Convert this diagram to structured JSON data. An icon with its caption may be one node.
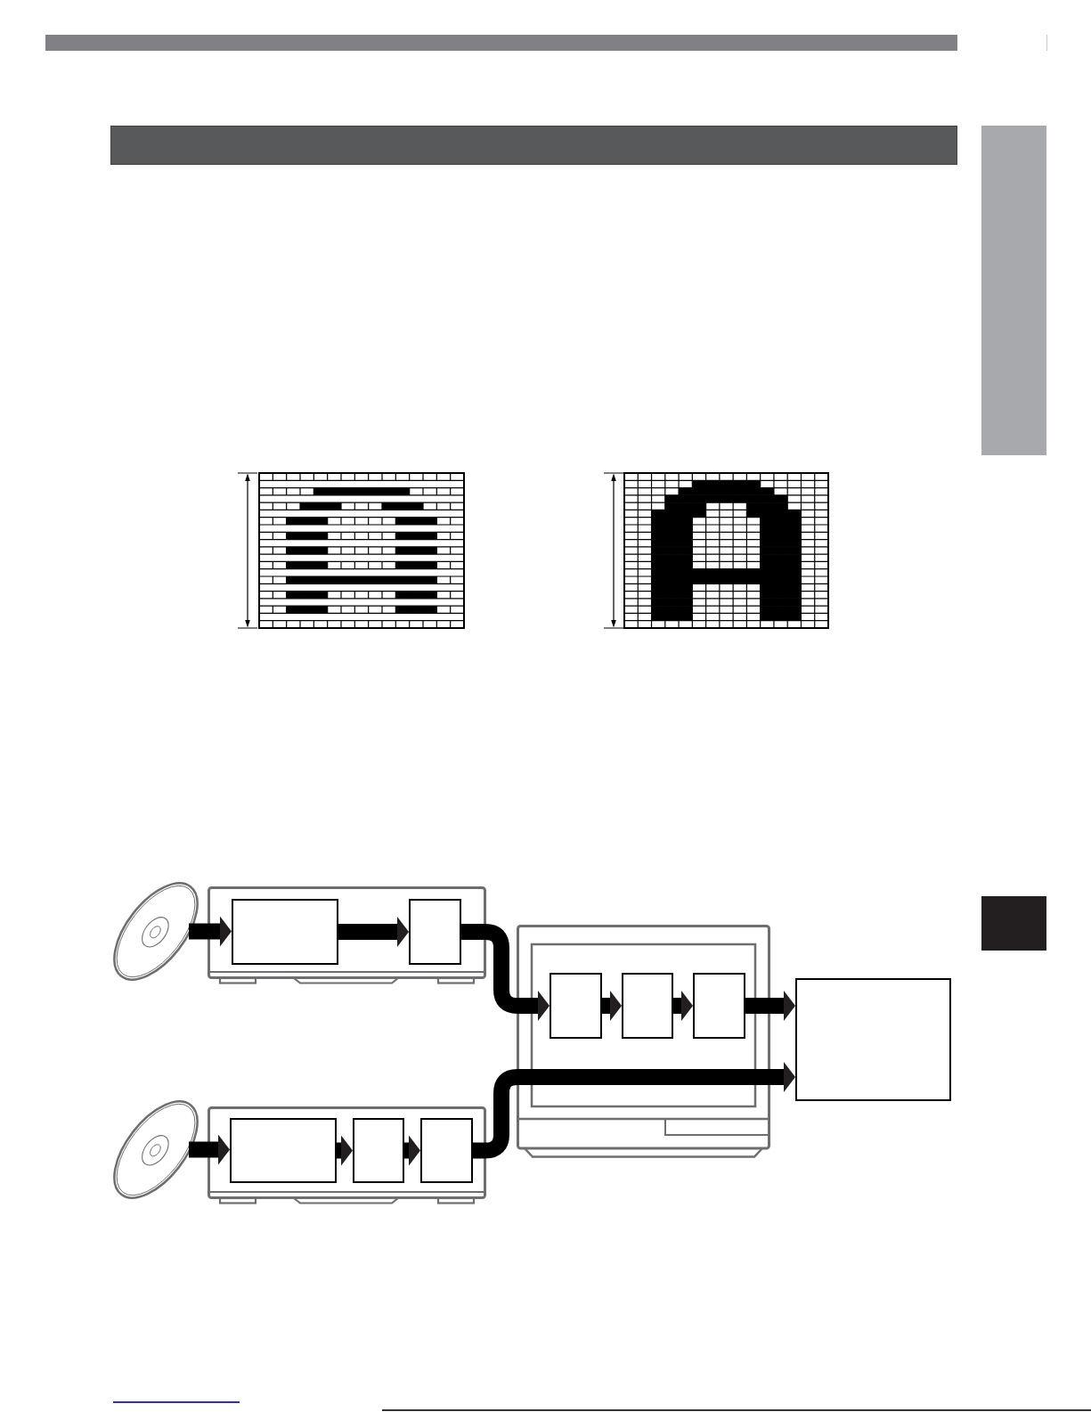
{
  "diagram": {
    "nodes": [
      {
        "text": [],
        "shape": "bar"
      },
      {
        "text": [],
        "shape": "bar"
      },
      {
        "text": [],
        "shape": "disc"
      },
      {
        "text": [],
        "shape": "box"
      },
      {
        "text": [],
        "shape": "box",
        "in": 3
      },
      {
        "text": [],
        "shape": "box",
        "in": 3
      },
      {
        "text": [],
        "shape": "monitor"
      },
      {
        "text": [],
        "shape": "box",
        "in": 6
      },
      {
        "text": [],
        "shape": "box",
        "in": 6
      },
      {
        "text": [],
        "shape": "box",
        "in": 6
      },
      {
        "text": [],
        "shape": "box"
      },
      {
        "text": [],
        "shape": "bar"
      },
      {
        "text": [],
        "shape": "disc"
      },
      {
        "text": [],
        "shape": "box"
      },
      {
        "text": [],
        "shape": "box",
        "in": 13
      },
      {
        "text": [],
        "shape": "box",
        "in": 13
      },
      {
        "text": [],
        "shape": "box",
        "in": 13
      }
    ],
    "edges": [
      {
        "from": 2,
        "to": 4,
        "arrow": "to"
      },
      {
        "from": 4,
        "to": 5,
        "arrow": "to"
      },
      {
        "from": 5,
        "to": 7,
        "arrow": "to"
      },
      {
        "from": 7,
        "to": 8,
        "arrow": "to"
      },
      {
        "from": 8,
        "to": 9,
        "arrow": "to"
      },
      {
        "from": 9,
        "to": 10,
        "arrow": "to"
      },
      {
        "from": 12,
        "to": 14,
        "arrow": "to"
      },
      {
        "from": 14,
        "to": 15,
        "arrow": "to"
      },
      {
        "from": 15,
        "to": 16,
        "arrow": "to"
      },
      {
        "from": 16,
        "to": 10,
        "arrow": "to"
      }
    ]
  }
}
